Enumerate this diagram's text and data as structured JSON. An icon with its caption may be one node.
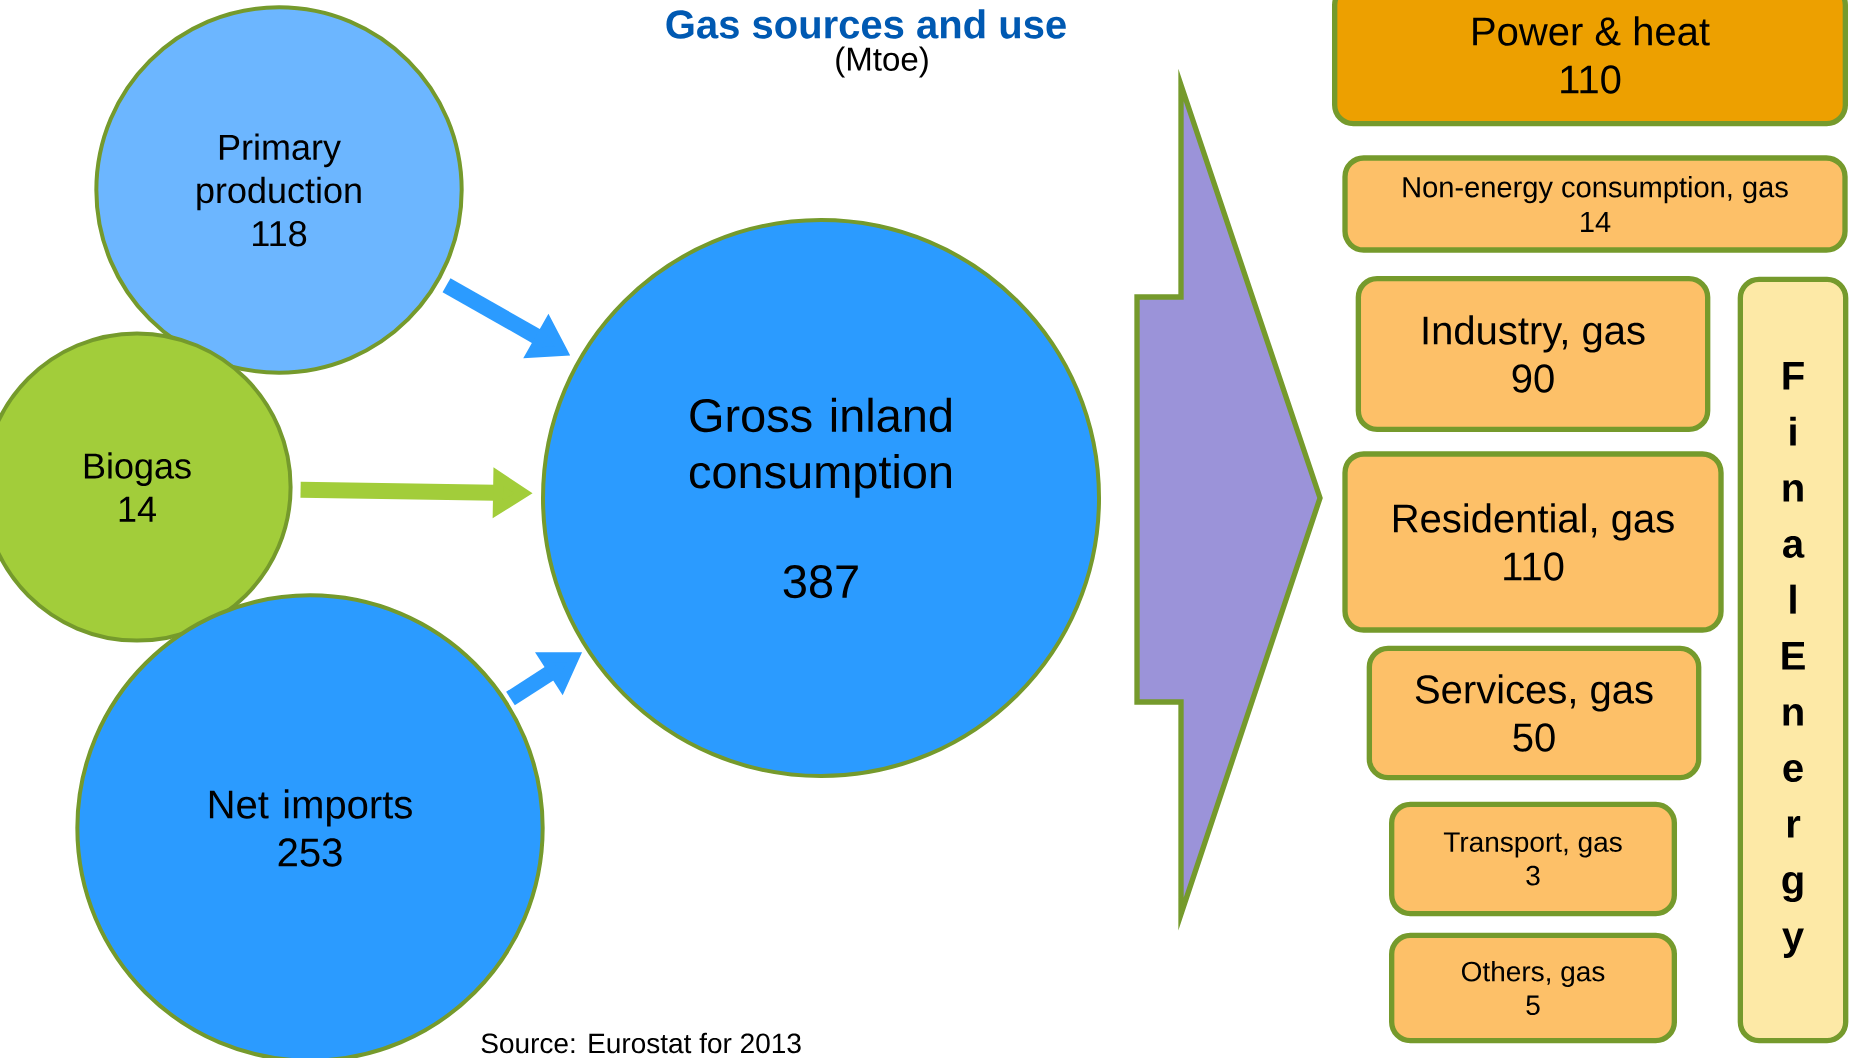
{
  "diagram": {
    "title": "Gas sources and use",
    "nodes": [
      {
        "text": [
          "Primary production",
          "118"
        ]
      },
      {
        "text": [
          "Biogas",
          "14"
        ]
      },
      {
        "text": [
          "Net imports",
          "253"
        ]
      },
      {
        "text": [
          "Gross inland consumption",
          "387"
        ]
      },
      {
        "text": [
          "Power & heat",
          "110"
        ]
      },
      {
        "text": [
          "Non-energy consumption, gas",
          "14"
        ]
      },
      {
        "text": [
          "Final Energy"
        ]
      },
      {
        "text": [
          "Industry, gas",
          "90"
        ]
      },
      {
        "text": [
          "Residential, gas",
          "110"
        ]
      },
      {
        "text": [
          "Services, gas",
          "50"
        ]
      },
      {
        "text": [
          "Transport, gas",
          "3"
        ]
      },
      {
        "text": [
          "Others, gas",
          "5"
        ]
      }
    ],
    "edges": [
      {
        "from": 0,
        "to": 3,
        "arrow": "to"
      },
      {
        "from": 1,
        "to": 3,
        "arrow": "to",
        "color": "#a2cd3a"
      },
      {
        "from": 2,
        "to": 3,
        "arrow": "to"
      },
      {
        "from": 3,
        "to": null,
        "arrow": "to",
        "style": "thick",
        "color": "#9b93d9"
      }
    ],
    "labels": [
      "(Mtoe)",
      "Source: Eurostat for 2013"
    ]
  }
}
